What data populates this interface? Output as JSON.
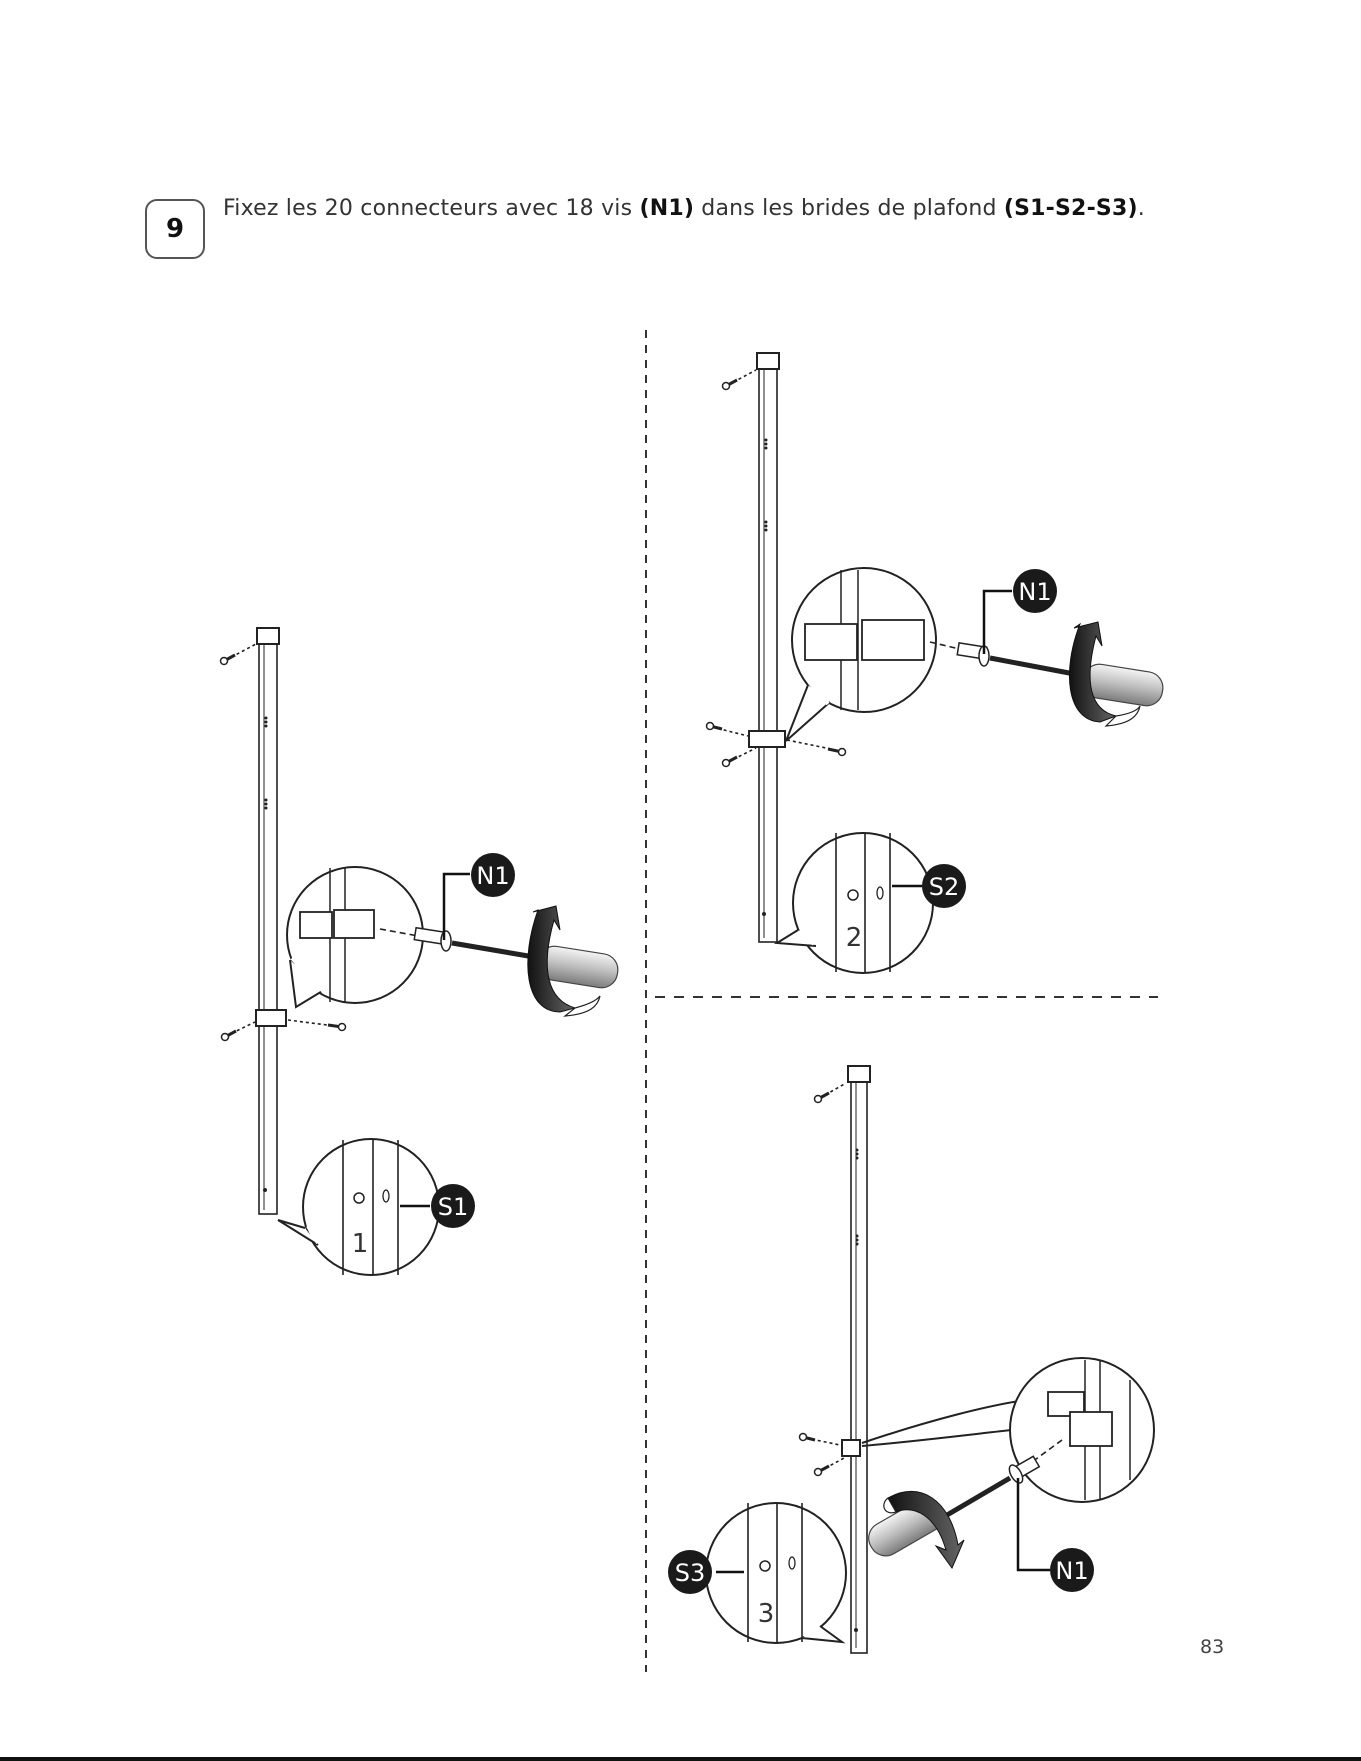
{
  "step": {
    "number": "9",
    "instruction_prefix": "Fixez les 20 connecteurs avec 18 vis ",
    "instruction_bold1": "(N1)",
    "instruction_middle": " dans les brides de plafond ",
    "instruction_bold2": "(S1-S2-S3)",
    "instruction_suffix": "."
  },
  "panels": {
    "left": {
      "screw_label": "N1",
      "flange_label": "S1",
      "flange_number": "1"
    },
    "top_right": {
      "screw_label": "N1",
      "flange_label": "S2",
      "flange_number": "2"
    },
    "bottom_right": {
      "screw_label": "N1",
      "flange_label": "S3",
      "flange_number": "3"
    }
  },
  "page": {
    "number": "83"
  }
}
